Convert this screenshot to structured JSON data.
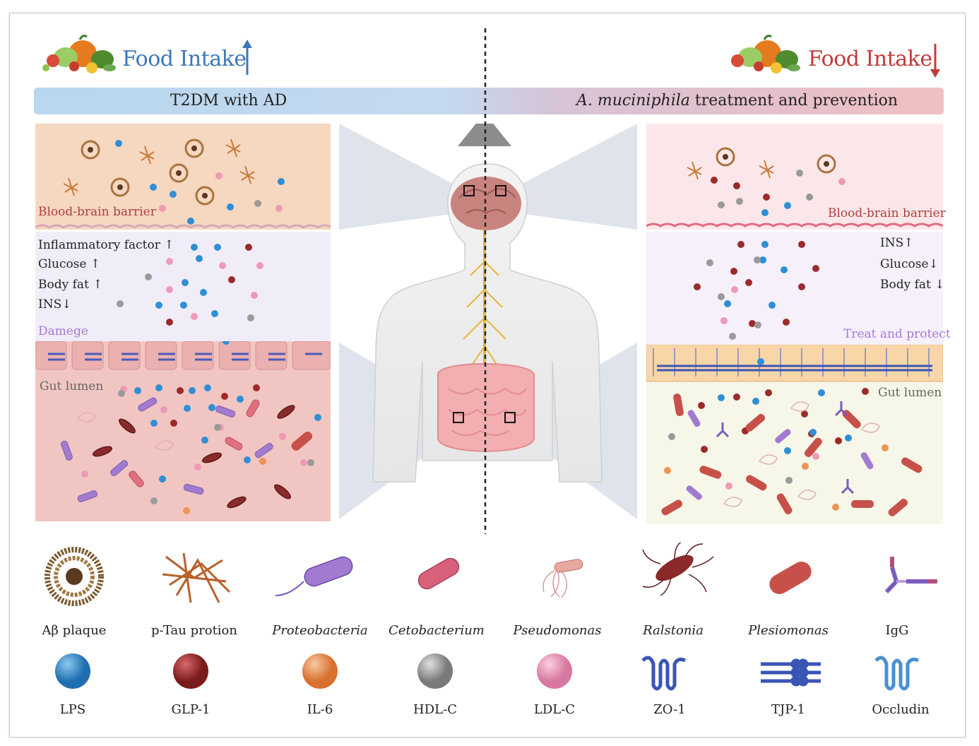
{
  "header": {
    "left_title": "Food Intake",
    "right_title": "Food Intake",
    "left_color": "#3b78b8",
    "right_color": "#c23a3a"
  },
  "banner": {
    "left_text": "T2DM with AD",
    "right_species": "A. muciniphila",
    "right_text": " treatment and prevention"
  },
  "left_panel": {
    "bbb_label": "Blood-brain barrier",
    "damage_label": "Damege",
    "gut_label": "Gut lumen",
    "factors": [
      "Inflammatory factor",
      "Glucose",
      "Body fat",
      "INS"
    ],
    "factor_arrows": [
      "up",
      "up",
      "up",
      "down"
    ]
  },
  "right_panel": {
    "bbb_label": "Blood-brain barrier",
    "treat_label": "Treat and protect",
    "gut_label": "Gut lumen",
    "factors": [
      "INS",
      "Glucose",
      "Body fat"
    ],
    "factor_arrows": [
      "up",
      "down",
      "down"
    ]
  },
  "legend_row1": [
    {
      "label": "Aβ plaque",
      "italic": false,
      "icon": "amyloid-plaque-icon"
    },
    {
      "label": "p-Tau protion",
      "italic": false,
      "icon": "tau-tangle-icon"
    },
    {
      "label": "Proteobacteria",
      "italic": true,
      "icon": "proteobacteria-icon"
    },
    {
      "label": "Cetobacterium",
      "italic": true,
      "icon": "cetobacterium-icon"
    },
    {
      "label": "Pseudomonas",
      "italic": true,
      "icon": "pseudomonas-icon"
    },
    {
      "label": "Ralstonia",
      "italic": true,
      "icon": "ralstonia-icon"
    },
    {
      "label": "Plesiomonas",
      "italic": true,
      "icon": "plesiomonas-icon"
    },
    {
      "label": "IgG",
      "italic": false,
      "icon": "igg-antibody-icon"
    }
  ],
  "legend_row2": [
    {
      "label": "LPS",
      "color": "#2f8fd6",
      "icon": "lps-sphere-icon"
    },
    {
      "label": "GLP-1",
      "color": "#9c2a2a",
      "icon": "glp1-sphere-icon"
    },
    {
      "label": "IL-6",
      "color": "#ec9455",
      "icon": "il6-sphere-icon"
    },
    {
      "label": "HDL-C",
      "color": "#9a9a9a",
      "icon": "hdlc-sphere-icon"
    },
    {
      "label": "LDL-C",
      "color": "#ee9ab6",
      "icon": "ldlc-sphere-icon"
    },
    {
      "label": "ZO-1",
      "color": "#3a55b5",
      "icon": "zo1-protein-icon"
    },
    {
      "label": "TJP-1",
      "color": "#3a55b5",
      "icon": "tjp1-protein-icon"
    },
    {
      "label": "Occludin",
      "color": "#4a90d0",
      "icon": "occludin-protein-icon"
    }
  ]
}
